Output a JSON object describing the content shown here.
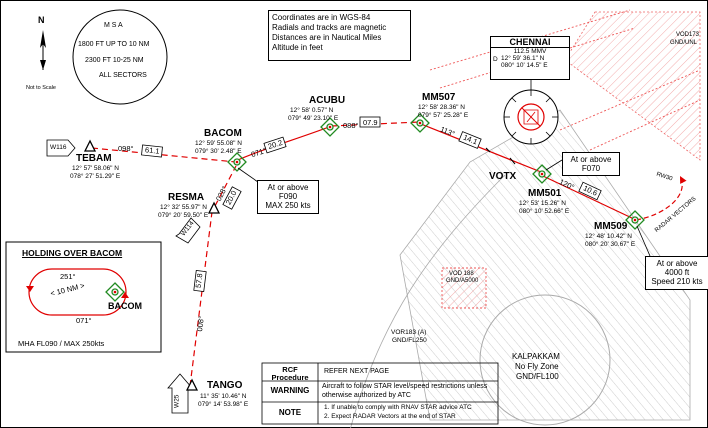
{
  "north": {
    "label": "N",
    "not_to_scale": "Not to Scale"
  },
  "msa": {
    "title": "M S A",
    "line1": "1800 FT UP TO 10 NM",
    "line2": "2300 FT 10-25 NM",
    "line3": "ALL SECTORS"
  },
  "notes_box": {
    "line1": "Coordinates are in WGS-84",
    "line2": "Radials and tracks are magnetic",
    "line3": "Distances are in Nautical Miles",
    "line4": "Altitude in feet"
  },
  "navaid": {
    "name": "CHENNAI",
    "freq": "112.5 MMV",
    "lat": "12° 59' 36.1\" N",
    "lon": "080° 10' 14.5\" E",
    "d_label": "D"
  },
  "waypoints": {
    "tebam": {
      "name": "TEBAM",
      "lat": "12° 57' 58.06\" N",
      "lon": "078° 27' 51.29\" E"
    },
    "bacom": {
      "name": "BACOM",
      "lat": "12° 59' 55.08\" N",
      "lon": "079° 30' 2.48\" E"
    },
    "acubu": {
      "name": "ACUBU",
      "lat": "12° 58' 0.57\" N",
      "lon": "079° 49' 23.10\" E"
    },
    "mm507": {
      "name": "MM507",
      "lat": "12° 58' 28.36\" N",
      "lon": "079° 57' 25.28\" E"
    },
    "resma": {
      "name": "RESMA",
      "lat": "12° 32' 55.97\" N",
      "lon": "079° 20' 59.50\" E"
    },
    "votx": {
      "name": "VOTX"
    },
    "mm501": {
      "name": "MM501",
      "lat": "12° 53' 15.26\" N",
      "lon": "080° 10' 52.66\" E"
    },
    "mm509": {
      "name": "MM509",
      "lat": "12° 48' 10.42\" N",
      "lon": "080° 20' 30.67\" E"
    },
    "tango": {
      "name": "TANGO",
      "lat": "11° 35' 10.46\" N",
      "lon": "079° 14' 53.98\" E"
    }
  },
  "legs": {
    "tebam_bacom": {
      "track": "098°",
      "dist": "61.1"
    },
    "bacom_acubu": {
      "track": "071°",
      "dist": "20.2"
    },
    "acubu_mm507": {
      "track": "088°",
      "dist": "07.9"
    },
    "mm507_mm501": {
      "track": "113°",
      "dist": "14.1"
    },
    "mm501_mm509": {
      "track": "120°",
      "dist": "10.6"
    },
    "resma_bacom": {
      "track": "028°",
      "dist": "20.0"
    },
    "tango_resma": {
      "track": "008°",
      "dist": "57.8"
    }
  },
  "arrows": {
    "w116_tebam": "W116",
    "w114_resma": "W114",
    "w25_tango": "W25"
  },
  "restrictions": {
    "bacom": {
      "line1": "At or above",
      "line2": "F090",
      "line3": "MAX 250 kts"
    },
    "mm501": {
      "line1": "At or above",
      "line2": "F070"
    },
    "mm509": {
      "line1": "At or above",
      "line2": "4000 ft",
      "line3": "Speed 210 kts"
    }
  },
  "radar_labels": {
    "rw30": "RW30",
    "radar_vectors": "RADAR VECTORS"
  },
  "holding": {
    "title": "HOLDING OVER BACOM",
    "inbound": "251°",
    "outbound": "071°",
    "length": "< 10 NM >",
    "fix": "BACOM",
    "footer": "MHA FL090 / MAX 250kts"
  },
  "areas": {
    "vod188": {
      "line1": "VOD 188",
      "line2": "GND/A5000"
    },
    "vor183": {
      "line1": "VOR183 (A)",
      "line2": "GND/FL250"
    },
    "kalpakkam": {
      "line1": "KALPAKKAM",
      "line2": "No Fly Zone",
      "line3": "GND/FL100"
    },
    "vod173": {
      "line1": "VOD173",
      "line2": "GND/UNL"
    }
  },
  "info_table": {
    "rows": [
      {
        "label": "RCF Procedure",
        "text": "REFER NEXT PAGE"
      },
      {
        "label": "WARNING",
        "text": "Aircraft to follow STAR level/speed restrictions unless otherwise authorized by ATC"
      },
      {
        "label": "NOTE",
        "text1": "1. If unable to comply with RNAV STAR advice ATC",
        "text2": "2. Expect RADAR Vectors at the end of STAR"
      }
    ]
  }
}
